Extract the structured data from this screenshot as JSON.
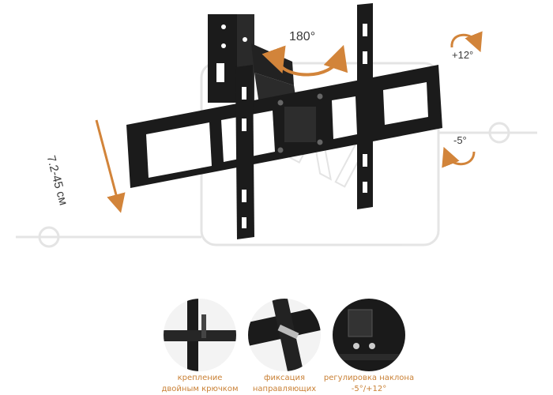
{
  "annotations": {
    "swivel": "180°",
    "tilt_up": "+12°",
    "tilt_down": "-5°",
    "distance": "7.2-45 см"
  },
  "features": [
    {
      "caption_line1": "крепление",
      "caption_line2": "двойным крючком"
    },
    {
      "caption_line1": "фиксация",
      "caption_line2": "направляющих"
    },
    {
      "caption_line1": "регулировка наклона",
      "caption_line2": "-5°/+12°"
    }
  ],
  "colors": {
    "accent": "#d2843a",
    "mount": "#1b1b1b",
    "watermark": "#dcdcdc"
  }
}
